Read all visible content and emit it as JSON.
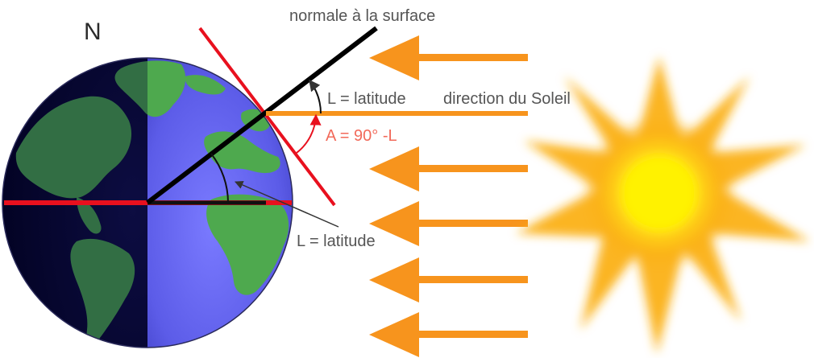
{
  "labels": {
    "north": "N",
    "normal": "normale à la surface",
    "latitude_top": "L = latitude",
    "sun_direction": "direction du Soleil",
    "angle": "A = 90° -L",
    "latitude_bottom": "L = latitude"
  },
  "colors": {
    "sunlight_arrow": "#f7941d",
    "equator_and_tangent": "#e8101e",
    "normal_line": "#000000",
    "angle_arc": "#e8101e",
    "ocean_day": "#6c6cf0",
    "ocean_night": "#0c0c3c",
    "land": "#4ea94e",
    "sun_core": "#ffe600",
    "sun_rays": "#fbb117"
  },
  "icons": {
    "earth": "earth-globe-icon",
    "sun": "sun-icon",
    "sunlight": "arrow-left-icon"
  }
}
